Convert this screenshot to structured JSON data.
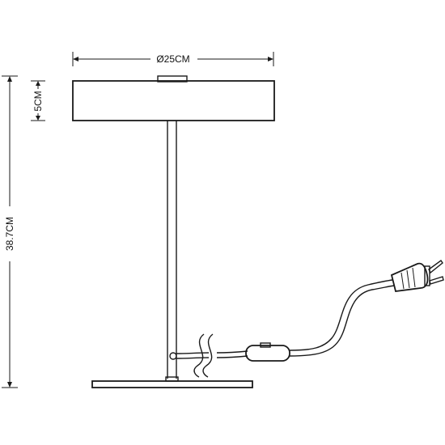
{
  "dimensions": {
    "diameter_label": "Ø25CM",
    "shade_height_label": "5CM",
    "total_height_label": "38.7CM"
  },
  "colors": {
    "line": "#1a1a1a",
    "background": "#ffffff"
  }
}
